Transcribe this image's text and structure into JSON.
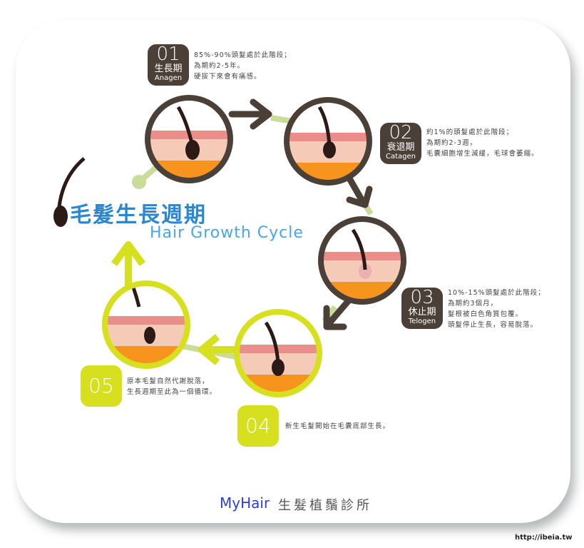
{
  "title": {
    "zh": "毛髮生長週期",
    "en": "Hair Growth Cycle"
  },
  "stages": [
    {
      "num": "01",
      "zh": "生長期",
      "en": "Anagen",
      "lines": [
        "85%-90%頭髮處於此階段；",
        "為期約2-5年。",
        "硬拔下來會有痛感。"
      ]
    },
    {
      "num": "02",
      "zh": "衰退期",
      "en": "Catagen",
      "lines": [
        "約1%的頭髮處於此階段；",
        "為期約2-3週，",
        "毛囊細胞增生減緩，毛球會萎縮。"
      ]
    },
    {
      "num": "03",
      "zh": "休止期",
      "en": "Telogen",
      "lines": [
        "10%-15%頭髮處於此階段；",
        "為期約3個月，",
        "髮根被白色角質包覆。",
        "頭髮停止生長，容易脫落。"
      ]
    },
    {
      "num": "04",
      "lines": [
        "新生毛髮開始在毛囊底部生長。"
      ]
    },
    {
      "num": "05",
      "lines": [
        "原本毛髮自然代謝脫落，",
        "生長週期至此為一個循環。"
      ]
    }
  ],
  "logo": {
    "brand": "MyHair",
    "name": "生髮植鬚診所"
  },
  "watermark": "http://ibeia.tw",
  "colors": {
    "dark": "#4b4038",
    "lime": "#d6e01e",
    "title": "#2a87d0"
  }
}
